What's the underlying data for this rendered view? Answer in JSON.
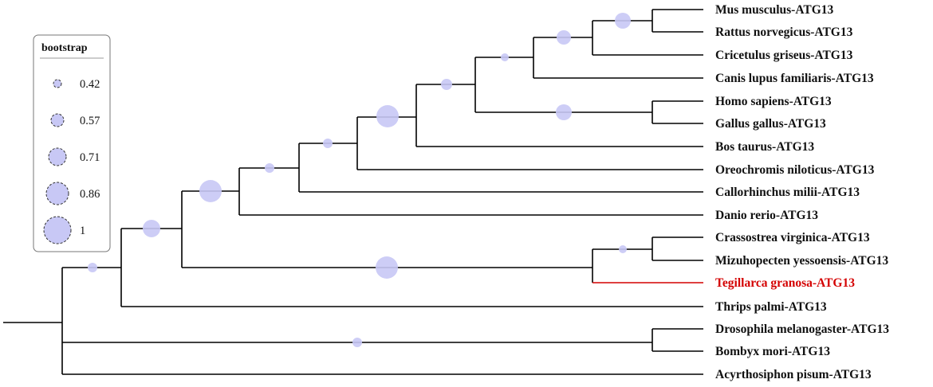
{
  "leaves": [
    {
      "label": "Mus musculus-ATG13"
    },
    {
      "label": "Rattus norvegicus-ATG13"
    },
    {
      "label": "Cricetulus griseus-ATG13"
    },
    {
      "label": "Canis lupus familiaris-ATG13"
    },
    {
      "label": "Homo sapiens-ATG13"
    },
    {
      "label": "Gallus gallus-ATG13"
    },
    {
      "label": "Bos taurus-ATG13"
    },
    {
      "label": "Oreochromis niloticus-ATG13"
    },
    {
      "label": "Callorhinchus milii-ATG13"
    },
    {
      "label": "Danio rerio-ATG13"
    },
    {
      "label": "Crassostrea virginica-ATG13"
    },
    {
      "label": "Mizuhopecten yessoensis-ATG13"
    },
    {
      "label": "Tegillarca granosa-ATG13",
      "highlight": true
    },
    {
      "label": "Thrips palmi-ATG13"
    },
    {
      "label": "Drosophila melanogaster-ATG13"
    },
    {
      "label": "Bombyx mori-ATG13"
    },
    {
      "label": "Acyrthosiphon pisum-ATG13"
    }
  ],
  "legend": {
    "title": "bootstrap",
    "items": [
      {
        "label": "0.42",
        "value": 0.42
      },
      {
        "label": "0.57",
        "value": 0.57
      },
      {
        "label": "0.71",
        "value": 0.71
      },
      {
        "label": "0.86",
        "value": 0.86
      },
      {
        "label": "1",
        "value": 1
      }
    ]
  },
  "colors": {
    "highlight": "#d40000",
    "node_fill": "#c8c8f5",
    "branch": "#000000"
  }
}
